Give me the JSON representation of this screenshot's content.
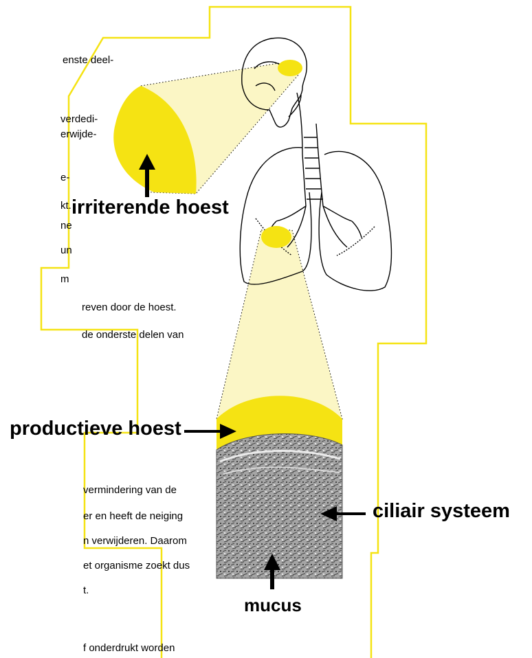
{
  "text_top_lines": [
    "enste deel-",
    "verdedi-",
    "erwijde-",
    "e-",
    "kt.",
    "ne",
    "un",
    "m",
    "reven door de hoest.",
    "de onderste delen van"
  ],
  "text_bottom_lines": [
    "vermindering van de",
    "er en heeft de neiging",
    "n verwijderen. Daarom",
    "et organisme zoekt dus",
    "t.",
    "f onderdrukt worden"
  ],
  "labels": {
    "irritating_cough": "irriterende hoest",
    "productive_cough": "productieve hoest",
    "ciliary_system": "ciliair systeem",
    "mucus": "mucus"
  },
  "colors": {
    "outline_yellow": "#f5e313",
    "highlight_yellow": "#f5e313",
    "pale_yellow": "#fbf6c5",
    "tissue_gray": "#8f8f8f",
    "line": "#000000"
  }
}
